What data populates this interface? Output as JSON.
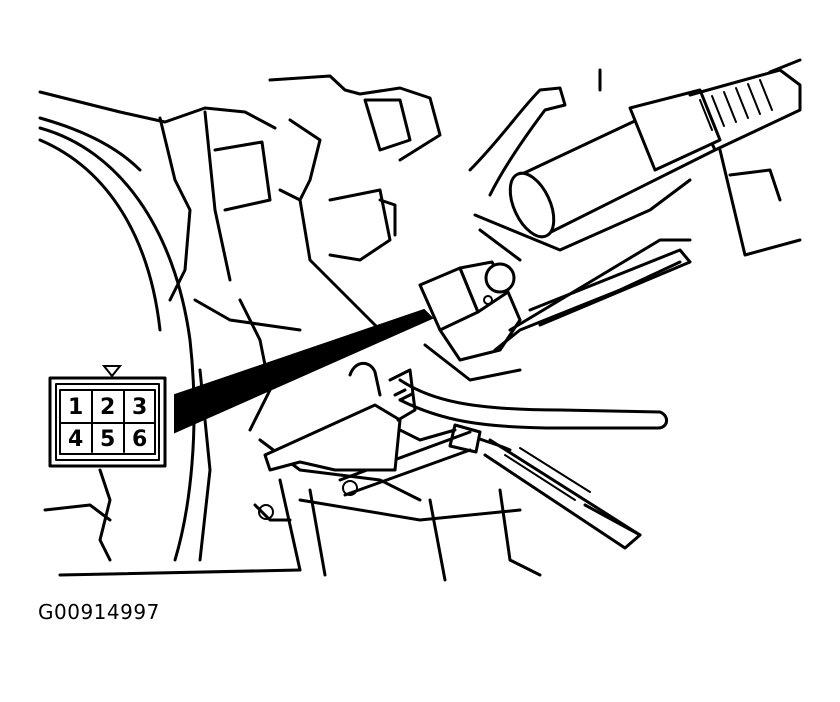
{
  "figure_code": "G00914997",
  "connector": {
    "pins_row1": [
      "1",
      "2",
      "3"
    ],
    "pins_row2": [
      "4",
      "5",
      "6"
    ]
  }
}
